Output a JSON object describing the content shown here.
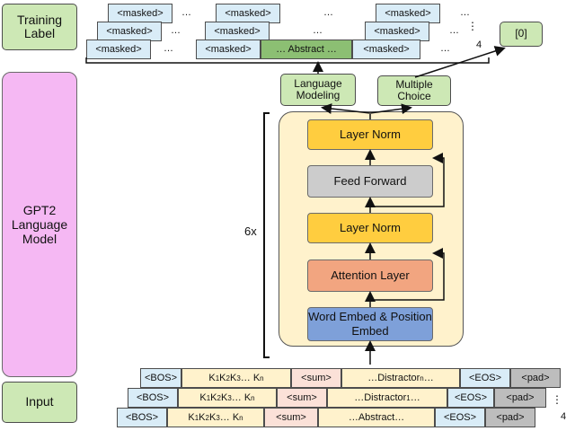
{
  "left": {
    "training_label": "Training Label",
    "model": "GPT2 Language Model",
    "input": "Input"
  },
  "labels": {
    "masked": "<masked>",
    "ellipsis": "…",
    "abstract": "… Abstract …",
    "stack_count": "4",
    "vdots": "⋮",
    "mc_label": "[0]"
  },
  "heads": {
    "lm": "Language Modeling",
    "mc": "Multiple Choice"
  },
  "block": {
    "repeat": "6x",
    "layer_norm_top": "Layer Norm",
    "feed_forward": "Feed Forward",
    "layer_norm_mid": "Layer Norm",
    "attention": "Attention Layer",
    "embed": "Word Embed & Position Embed"
  },
  "input_rows": {
    "bos": "<BOS>",
    "keywords": "K1 K2 K3 … Kn",
    "sum": "<sum>",
    "distractor_n": "…Distractorn…",
    "distractor_1": "…Distractor1…",
    "abstract": "…Abstract…",
    "eos": "<EOS>",
    "pad": "<pad>",
    "stack_count": "4",
    "vdots": "⋮"
  },
  "colors": {
    "pink": "#f5b8f3",
    "green": "#cde8b5",
    "layer_norm": "#ffcd3f",
    "feed_forward": "#cccccc",
    "attention": "#f2a580",
    "embed": "#7ea0d9",
    "block_bg": "#fff2cc"
  }
}
